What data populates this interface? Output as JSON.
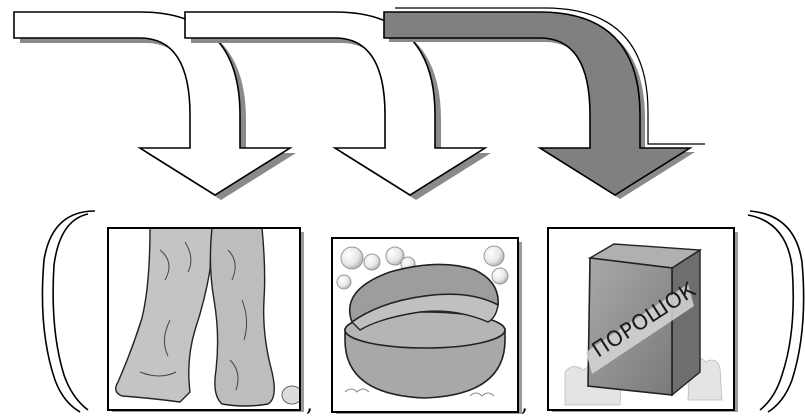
{
  "panels": [
    {
      "subject": "trousers"
    },
    {
      "subject": "soap-in-soap-dish"
    },
    {
      "subject": "detergent-box",
      "label": "ПОРОШОК"
    }
  ],
  "separators": [
    ",",
    ","
  ],
  "arrows": [
    {
      "style": "outline"
    },
    {
      "style": "outline"
    },
    {
      "style": "filled-gray"
    }
  ],
  "colors": {
    "outline": "#000000",
    "shadow": "#8a8a8a",
    "arrow_fill_gray": "#808080",
    "box_fill": "#8d8d8d",
    "soap_fill": "#a8a8a8",
    "trousers_fill": "#c4c4c4"
  }
}
